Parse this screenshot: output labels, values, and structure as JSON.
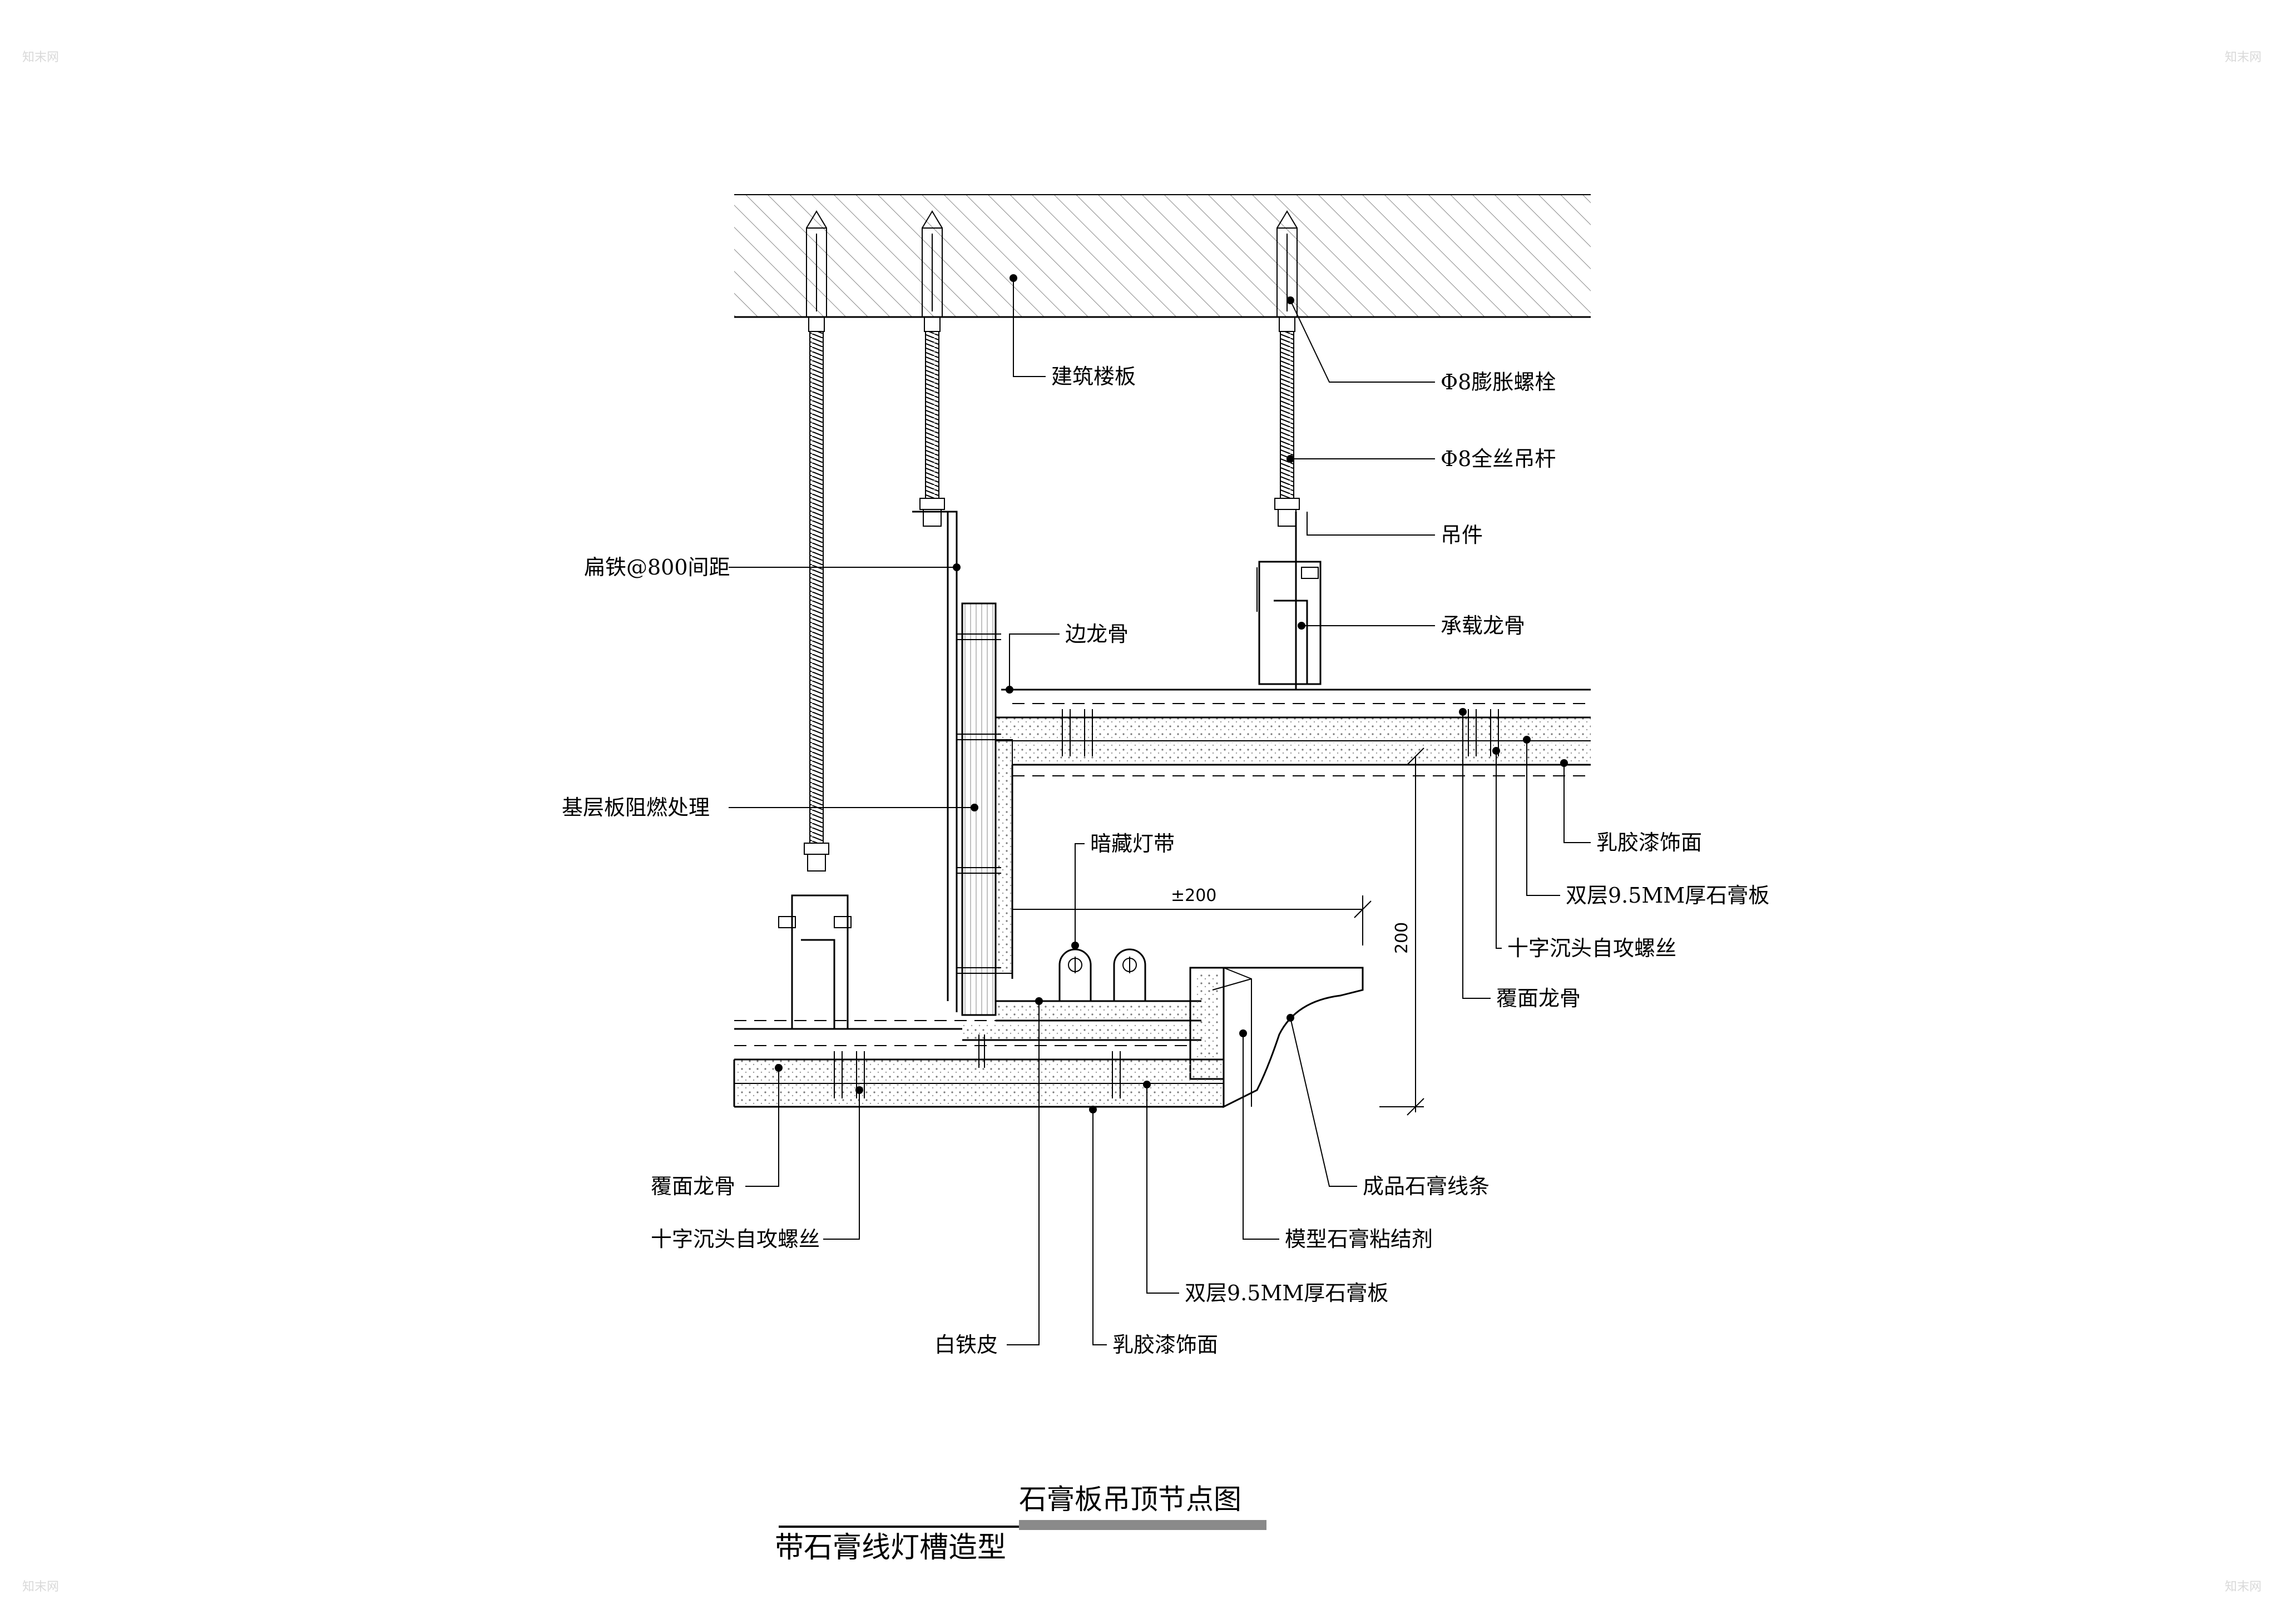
{
  "title": {
    "main": "石膏板吊顶节点图",
    "sub": "带石膏线灯槽造型"
  },
  "labels": {
    "floor_slab": "建筑楼板",
    "expansion_bolt": "Φ8膨胀螺栓",
    "threaded_rod": "Φ8全丝吊杆",
    "hanger": "吊件",
    "bearing_keel": "承载龙骨",
    "flat_iron": "扁铁@800间距",
    "edge_keel": "边龙骨",
    "base_board": "基层板阻燃处理",
    "hidden_light": "暗藏灯带",
    "latex_paint_right": "乳胶漆饰面",
    "gypsum_board_right": "双层9.5MM厚石膏板",
    "screw_right": "十字沉头自攻螺丝",
    "cover_keel_right": "覆面龙骨",
    "cover_keel_left": "覆面龙骨",
    "screw_left": "十字沉头自攻螺丝",
    "gypsum_molding": "成品石膏线条",
    "adhesive": "模型石膏粘结剂",
    "gypsum_board_bottom": "双层9.5MM厚石膏板",
    "white_iron": "白铁皮",
    "latex_paint_bottom": "乳胶漆饰面"
  },
  "dimensions": {
    "horizontal": "±200",
    "vertical": "200"
  },
  "watermark": "知末网"
}
